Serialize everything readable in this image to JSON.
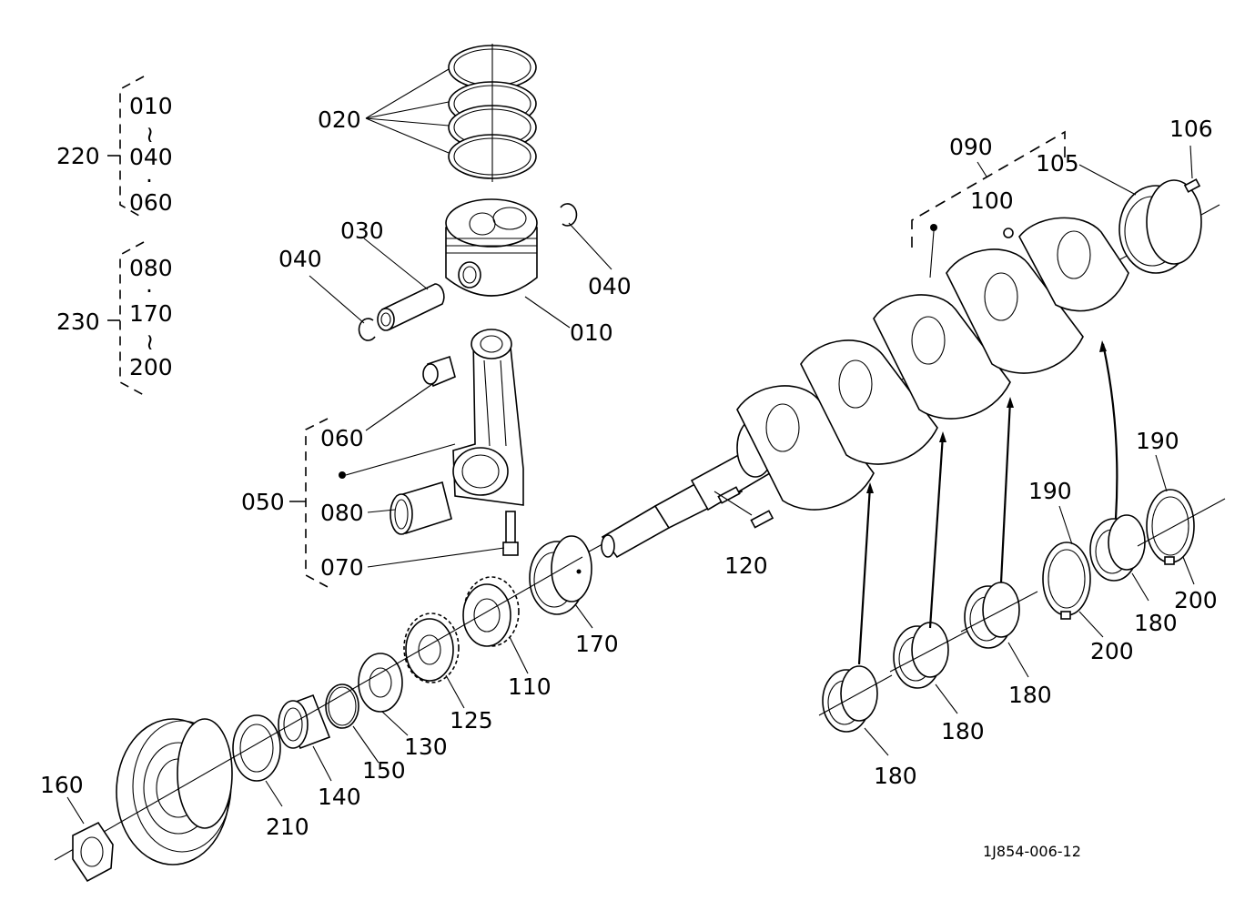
{
  "labels": {
    "p010": "010",
    "p020": "020",
    "p030": "030",
    "p040a": "040",
    "p040b": "040",
    "p050": "050",
    "p060": "060",
    "p070": "070",
    "p080": "080",
    "p090": "090",
    "p100": "100",
    "p105": "105",
    "p106": "106",
    "p110": "110",
    "p120": "120",
    "p125": "125",
    "p130": "130",
    "p140": "140",
    "p150": "150",
    "p160": "160",
    "p170": "170",
    "p180a": "180",
    "p180b": "180",
    "p180c": "180",
    "p180d": "180",
    "p190a": "190",
    "p190b": "190",
    "p200a": "200",
    "p200b": "200",
    "p210": "210"
  },
  "groups": {
    "g220": {
      "label": "220",
      "items": [
        "010",
        "≀",
        "040",
        "·",
        "060"
      ]
    },
    "g230": {
      "label": "230",
      "items": [
        "080",
        "·",
        "170",
        "≀",
        "200"
      ]
    }
  },
  "footer": {
    "code": "1J854-006-12"
  }
}
